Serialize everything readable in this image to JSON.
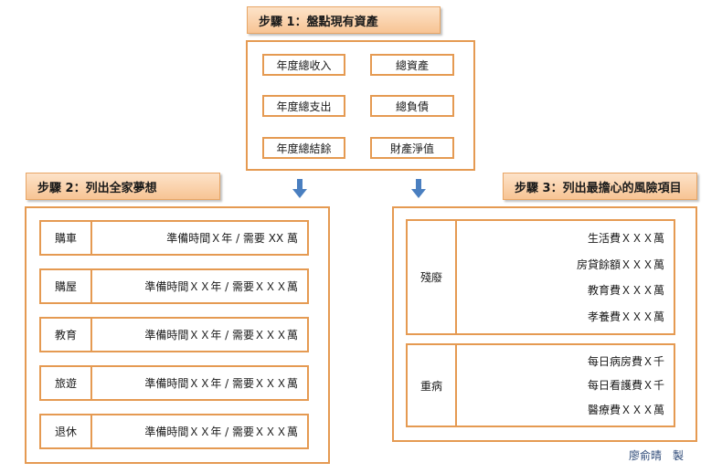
{
  "step1": {
    "title": "步驟 1：盤點現有資產",
    "items": [
      "年度總收入",
      "總資產",
      "年度總支出",
      "總負債",
      "年度總結餘",
      "財產淨值"
    ]
  },
  "step2": {
    "title": "步驟 2：列出全家夢想",
    "goals": [
      {
        "name": "購車",
        "detail": "準備時間Ｘ年 / 需要 XX 萬"
      },
      {
        "name": "購屋",
        "detail": "準備時間ＸＸ年 / 需要ＸＸＸ萬"
      },
      {
        "name": "教育",
        "detail": "準備時間ＸＸ年 / 需要ＸＸＸ萬"
      },
      {
        "name": "旅遊",
        "detail": "準備時間ＸＸ年 / 需要ＸＸＸ萬"
      },
      {
        "name": "退休",
        "detail": "準備時間ＸＸ年 / 需要ＸＸＸ萬"
      }
    ]
  },
  "step3": {
    "title": "步驟 3：列出最擔心的風險項目",
    "risks": [
      {
        "name": "殘廢",
        "items": [
          "生活費ＸＸＸ萬",
          "房貸餘額ＸＸＸ萬",
          "教育費ＸＸＸ萬",
          "孝養費ＸＸＸ萬"
        ]
      },
      {
        "name": "重病",
        "items": [
          "每日病房費Ｘ千",
          "每日看護費Ｘ千",
          "醫療費ＸＸＸ萬"
        ]
      }
    ]
  },
  "author": "廖俞晴　製",
  "colors": {
    "border": "#e59a52",
    "header_bg": "#f7c494",
    "arrow": "#4a7fc0"
  },
  "icons": [
    "arrow-down-icon"
  ]
}
